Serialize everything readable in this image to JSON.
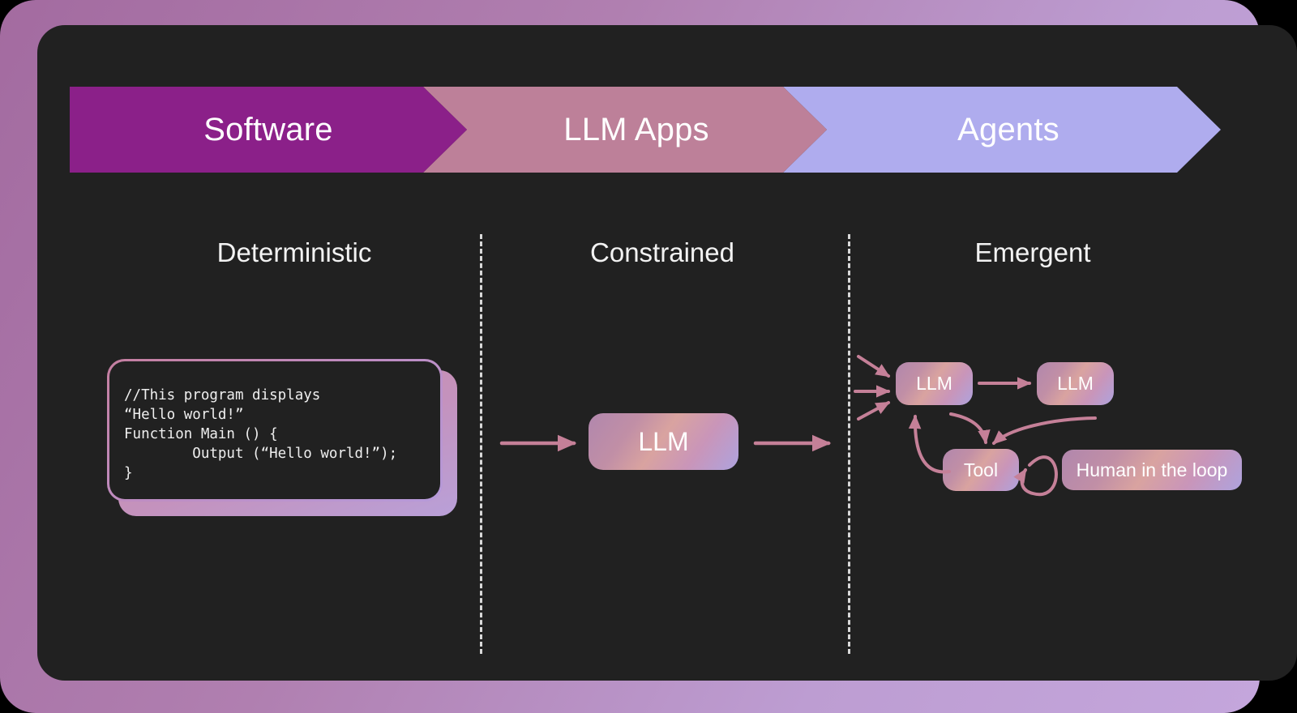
{
  "banner": {
    "segments": [
      {
        "label": "Software",
        "color": "#8B2089"
      },
      {
        "label": "LLM Apps",
        "color": "#BD8099"
      },
      {
        "label": "Agents",
        "color": "#AFACEE"
      }
    ]
  },
  "columns": [
    {
      "label": "Deterministic"
    },
    {
      "label": "Constrained"
    },
    {
      "label": "Emergent"
    }
  ],
  "code_block": {
    "text": "//This program displays\n“Hello world!”\nFunction Main () {\n        Output (“Hello world!”);\n}"
  },
  "nodes": {
    "llm_main": "LLM",
    "llm_a": "LLM",
    "llm_b": "LLM",
    "tool": "Tool",
    "human": "Human in the loop"
  },
  "colors": {
    "background": "#000000",
    "frame_start": "#A36BA0",
    "frame_end": "#C4A6DC",
    "panel": "#212121",
    "arrow": "#C58098",
    "divider": "#D8D8D8",
    "text": "#FFFFFF"
  }
}
